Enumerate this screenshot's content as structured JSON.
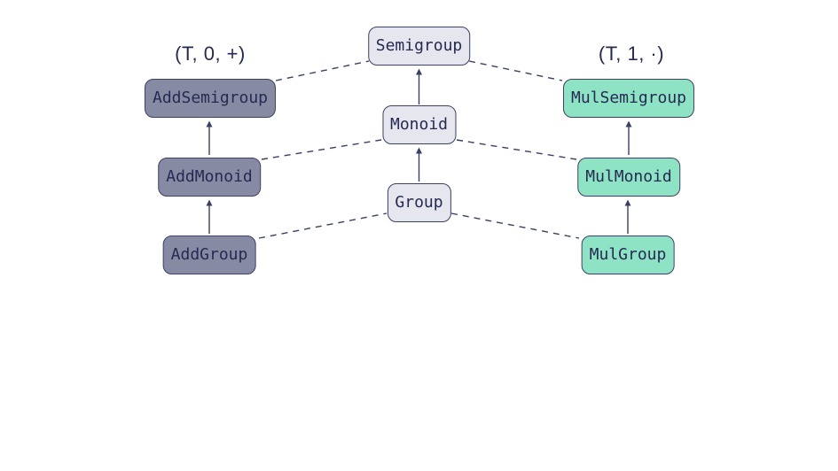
{
  "colors": {
    "background": "#ffffff",
    "center-fill": "#e6e6ee",
    "add-fill": "#878aa3",
    "mul-fill": "#8ee3c5",
    "border": "#3d4166",
    "text": "#262a52",
    "edge": "#3a3f63"
  },
  "labels": {
    "additive_signature": "(T, 0, +)",
    "multiplicative_signature": "(T, 1, ·)"
  },
  "nodes": {
    "semigroup": "Semigroup",
    "monoid": "Monoid",
    "group": "Group",
    "add_semigroup": "AddSemigroup",
    "add_monoid": "AddMonoid",
    "add_group": "AddGroup",
    "mul_semigroup": "MulSemigroup",
    "mul_monoid": "MulMonoid",
    "mul_group": "MulGroup"
  },
  "edges": {
    "solid_arrows": [
      "Monoid -> Semigroup",
      "Group -> Monoid",
      "AddMonoid -> AddSemigroup",
      "AddGroup -> AddMonoid",
      "MulMonoid -> MulSemigroup",
      "MulGroup -> MulMonoid"
    ],
    "dashed_links": [
      "AddSemigroup -- Semigroup",
      "Semigroup -- MulSemigroup",
      "AddMonoid -- Monoid",
      "Monoid -- MulMonoid",
      "AddGroup -- Group",
      "Group -- MulGroup"
    ]
  }
}
